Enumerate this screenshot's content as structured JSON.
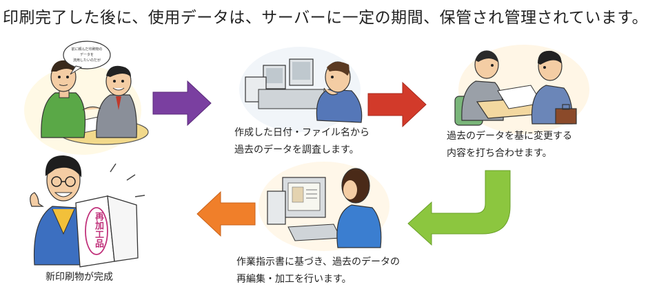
{
  "headline": "印刷完了した後に、使用データは、サーバーに一定の期間、保管され管理されています。",
  "steps": [
    {
      "lines": [
        "作成した日付・ファイル名から",
        "過去のデータを調査します。"
      ]
    },
    {
      "lines": [
        "過去のデータを基に変更する",
        "内容を打ち合わせます。"
      ]
    },
    {
      "lines": [
        "作業指示書に基づき、過去のデータの",
        "再編集・加工を行います。"
      ]
    },
    {
      "lines": [
        "新印刷物が完成"
      ]
    }
  ],
  "speech_bubble": [
    "前に頼んだ印刷物の",
    "データを",
    "流用したいのだが"
  ],
  "stamp_text": "再加工品",
  "colors": {
    "arrow_purple": "#7a3fa0",
    "arrow_red": "#d23a2a",
    "arrow_green": "#8cc63f",
    "arrow_orange": "#f07f2a"
  }
}
